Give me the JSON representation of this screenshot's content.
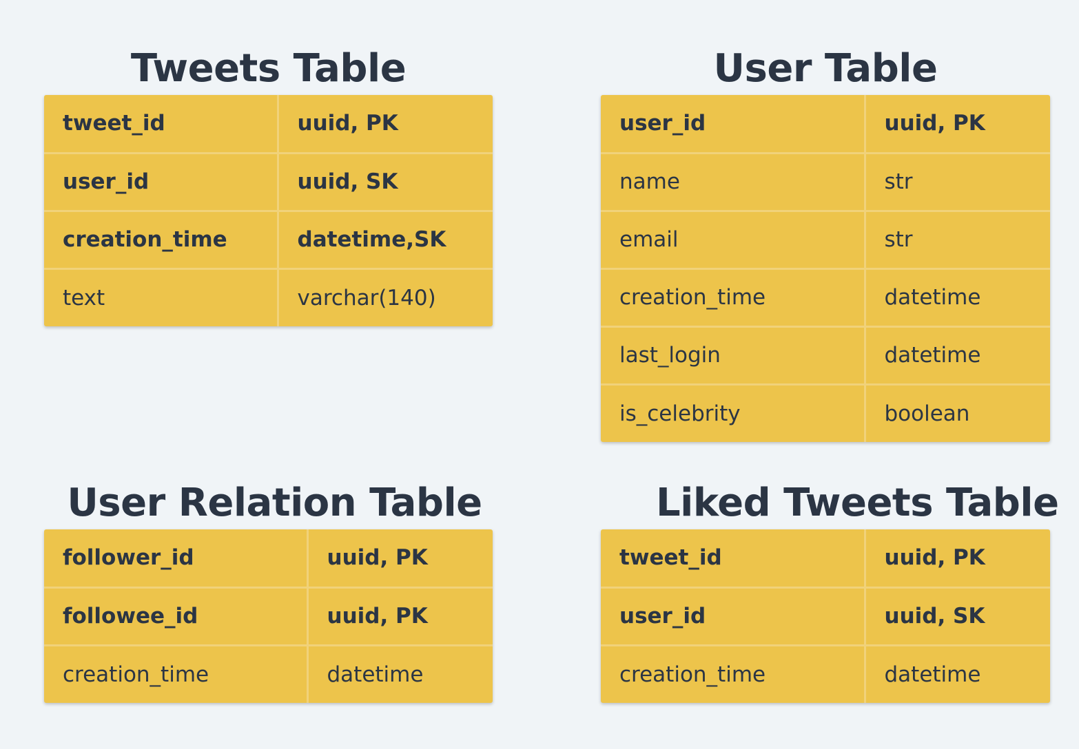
{
  "tables": [
    {
      "title": "Tweets Table",
      "rows": [
        {
          "field": "tweet_id",
          "type": "uuid, PK",
          "key": true
        },
        {
          "field": "user_id",
          "type": "uuid, SK",
          "key": true
        },
        {
          "field": "creation_time",
          "type": "datetime,SK",
          "key": true
        },
        {
          "field": "text",
          "type": "varchar(140)",
          "key": false
        }
      ]
    },
    {
      "title": "User Table",
      "rows": [
        {
          "field": "user_id",
          "type": "uuid, PK",
          "key": true
        },
        {
          "field": "name",
          "type": "str",
          "key": false
        },
        {
          "field": "email",
          "type": "str",
          "key": false
        },
        {
          "field": "creation_time",
          "type": "datetime",
          "key": false
        },
        {
          "field": "last_login",
          "type": "datetime",
          "key": false
        },
        {
          "field": "is_celebrity",
          "type": "boolean",
          "key": false
        }
      ]
    },
    {
      "title": "User Relation Table",
      "rows": [
        {
          "field": "follower_id",
          "type": "uuid, PK",
          "key": true
        },
        {
          "field": "followee_id",
          "type": "uuid, PK",
          "key": true
        },
        {
          "field": "creation_time",
          "type": "datetime",
          "key": false
        }
      ]
    },
    {
      "title": "Liked Tweets Table",
      "rows": [
        {
          "field": "tweet_id",
          "type": "uuid, PK",
          "key": true
        },
        {
          "field": "user_id",
          "type": "uuid, SK",
          "key": true
        },
        {
          "field": "creation_time",
          "type": "datetime",
          "key": false
        }
      ]
    }
  ]
}
